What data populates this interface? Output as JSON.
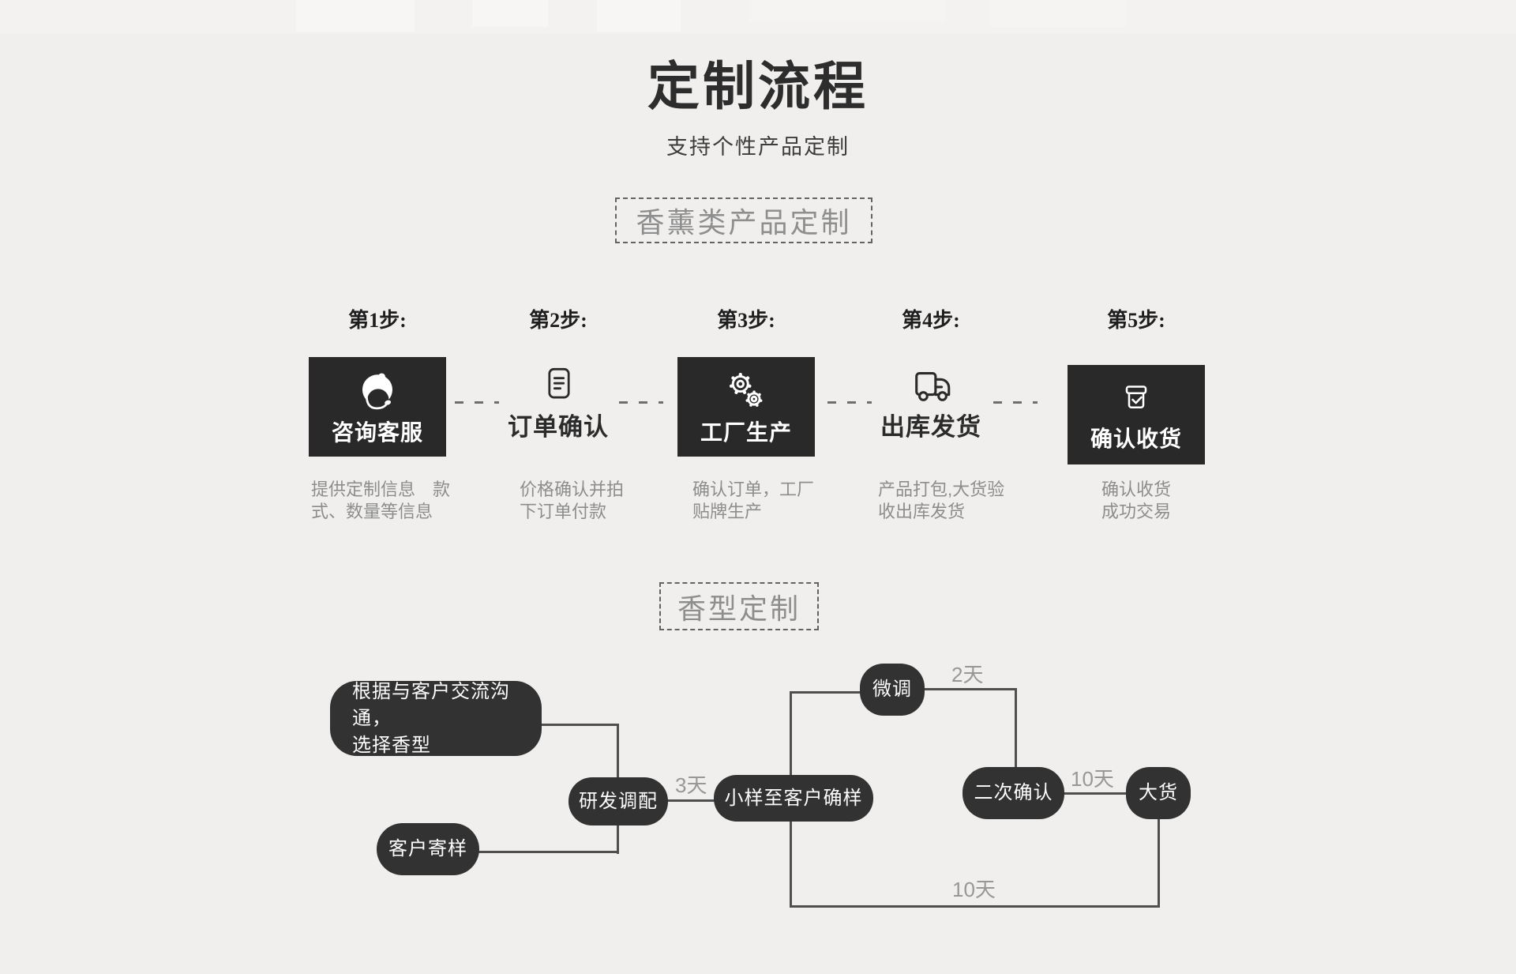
{
  "colors": {
    "background": "#f0efed",
    "step-box": "#292929",
    "pill": "#323232",
    "flow-line": "#4f4f4f",
    "muted": "#8d8d8d"
  },
  "header": {
    "title": "定制流程",
    "subtitle": "支持个性产品定制"
  },
  "scent_product_section": {
    "badge": "香薰类产品定制",
    "steps": [
      {
        "label": "第1步:",
        "name": "咨询客服",
        "desc": "提供定制信息　款\n式、数量等信息",
        "icon": "customer-service"
      },
      {
        "label": "第2步:",
        "name": "订单确认",
        "desc": "价格确认并拍\n下订单付款",
        "icon": "document"
      },
      {
        "label": "第3步:",
        "name": "工厂生产",
        "desc": "确认订单，工厂\n贴牌生产",
        "icon": "gears"
      },
      {
        "label": "第4步:",
        "name": "出库发货",
        "desc": "产品打包,大货验\n收出库发货",
        "icon": "truck"
      },
      {
        "label": "第5步:",
        "name": "确认收货",
        "desc": "确认收货\n成功交易",
        "icon": "box-check"
      }
    ]
  },
  "fragrance_section": {
    "badge": "香型定制",
    "nodes": {
      "communicate": "根据与客户交流沟通，\n选择香型",
      "develop": "研发调配",
      "customer_sample": "客户寄样",
      "sample_confirm": "小样至客户确样",
      "fine_tune": "微调",
      "second_confirm": "二次确认",
      "bulk": "大货"
    },
    "durations": {
      "develop_to_sample": "3天",
      "tune_to_second": "2天",
      "second_to_bulk": "10天",
      "bulk_to_sample": "10天"
    }
  }
}
